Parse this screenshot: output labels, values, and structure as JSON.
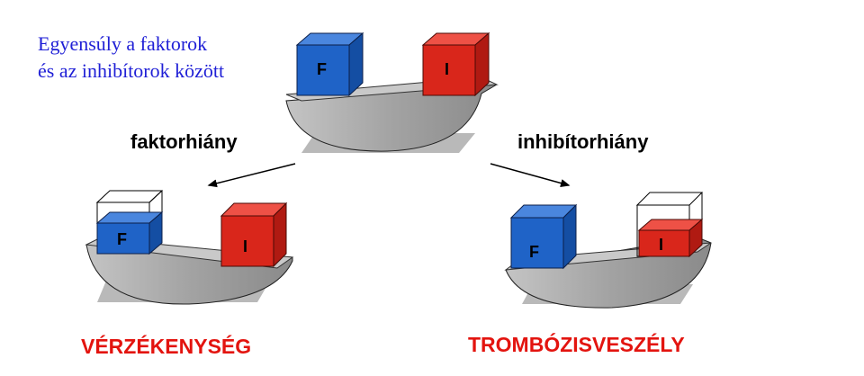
{
  "title": {
    "line1": "Egyensúly a faktorok",
    "line2": "és az inhibítorok között"
  },
  "branches": {
    "left_label": "faktorhiány",
    "right_label": "inhibítorhiány"
  },
  "results": {
    "left": "VÉRZÉKENYSÉG",
    "right": "TROMBÓZISVESZÉLY"
  },
  "blocks": {
    "factor_letter": "F",
    "inhibitor_letter": "I"
  },
  "colors": {
    "title": "#1f1fd6",
    "factor": "#1f63c7",
    "inhibitor": "#d9261b",
    "result": "#e3140f",
    "bowl": "#a9a9a9"
  }
}
